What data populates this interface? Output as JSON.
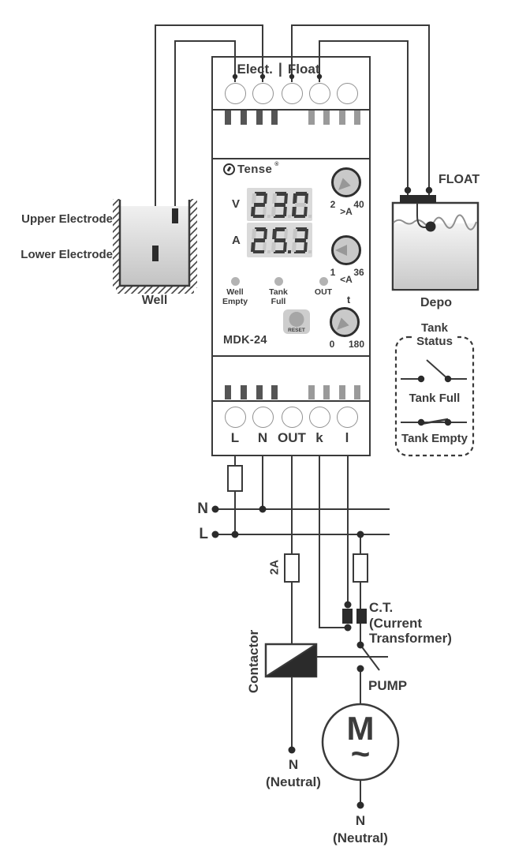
{
  "colors": {
    "line": "#3a3a3a",
    "text": "#3b3b3b",
    "display_bg": "#dadada",
    "digit_on": "#3d3d3d",
    "digit_off": "#c6c6c6",
    "knob_fill": "#c9c9c9",
    "led_gray": "#b3b3b3"
  },
  "device": {
    "header": {
      "left": "Elect.",
      "separator": "|",
      "right": "Float"
    },
    "brand": {
      "name": "Tense",
      "registered": "®"
    },
    "model": "MDK-24",
    "display": {
      "voltage": {
        "label": "V",
        "value": "230"
      },
      "current": {
        "label": "A",
        "value": "25.3"
      }
    },
    "knobs": [
      {
        "id": "overcurrent",
        "label": ">A",
        "min": "2",
        "max": "40"
      },
      {
        "id": "undercurrent",
        "label": "<A",
        "min": "1",
        "max": "36"
      },
      {
        "id": "time",
        "label": "t",
        "min": "0",
        "max": "180"
      }
    ],
    "leds": [
      {
        "line1": "Well",
        "line2": "Empty"
      },
      {
        "line1": "Tank",
        "line2": "Full"
      },
      {
        "line1": "OUT",
        "line2": ""
      }
    ],
    "reset_label": "RESET",
    "terminals_bottom": [
      "L",
      "N",
      "OUT",
      "k",
      "l"
    ]
  },
  "well": {
    "upper_label": "Upper Electrode",
    "lower_label": "Lower Electrode",
    "caption": "Well"
  },
  "depo": {
    "float_label": "FLOAT",
    "caption": "Depo"
  },
  "tank_status": {
    "title_line1": "Tank",
    "title_line2": "Status",
    "full_label": "Tank Full",
    "empty_label": "Tank Empty"
  },
  "power": {
    "neutral": "N",
    "line": "L"
  },
  "components": {
    "fuse_rating": "2A",
    "contactor": "Contactor",
    "ct_line1": "C.T.",
    "ct_line2": "(Current",
    "ct_line3": "Transformer)",
    "pump": "PUMP",
    "motor_letter": "M",
    "motor_wave": "~",
    "neutral_left": {
      "line1": "N",
      "line2": "(Neutral)"
    },
    "neutral_right": {
      "line1": "N",
      "line2": "(Neutral)"
    }
  }
}
